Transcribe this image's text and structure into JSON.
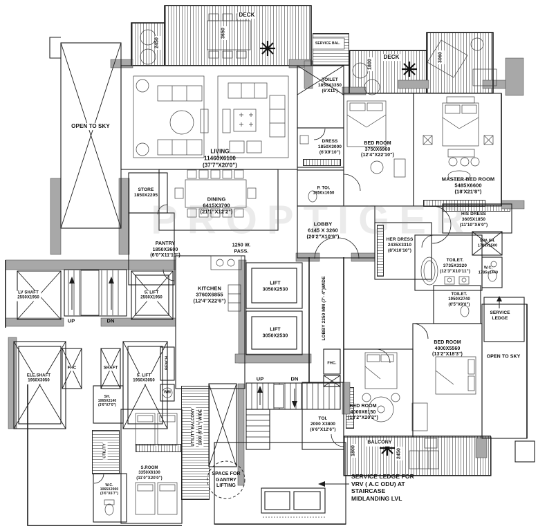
{
  "watermark": "PROPTIGER",
  "rooms": {
    "living": {
      "name": "LIVING",
      "mm": "11460X6100",
      "ft": "(37'7\"X20'0\")"
    },
    "dining": {
      "name": "DINING",
      "mm": "6415X3700",
      "ft": "(21'1\"X12'2\")"
    },
    "store": {
      "name": "STORE",
      "mm": "1850X2205"
    },
    "pantry": {
      "name": "PANTRY",
      "mm": "1850X3600",
      "ft": "(6'0\"X11'10\")"
    },
    "kitchen": {
      "name": "KITCHEN",
      "mm": "3760X6855",
      "ft": "(12'4\"X22'6\")"
    },
    "lift1": {
      "name": "LIFT",
      "mm": "3050X2530"
    },
    "lift2": {
      "name": "LIFT",
      "mm": "3050X2530"
    },
    "toilet_top": {
      "name": "TOILET",
      "mm": "1850X3350",
      "ft": "(6'X11')"
    },
    "dress": {
      "name": "DRESS",
      "mm": "1850X3000",
      "ft": "(6'X9'10\")"
    },
    "p_toi": {
      "name": "P. TOI.",
      "mm": "1850x1650"
    },
    "bedroom_top": {
      "name": "BED ROOM",
      "mm": "3750X6960",
      "ft": "(12'4\"X22'10\")"
    },
    "lobby": {
      "name": "LOBBY",
      "mm": "6145 X 3260",
      "ft": "(20'2\"X10'9\")"
    },
    "master": {
      "name": "MASTER BED ROOM",
      "mm": "5485X6600",
      "ft": "(18'X21'8\")"
    },
    "his_dress": {
      "name": "HIS DRESS",
      "mm": "3605X1850",
      "ft": "(11'10\"X6'0\")"
    },
    "her_dress": {
      "name": "HER DRESS",
      "mm": "2435X3310",
      "ft": "(8'X10'10\")"
    },
    "spa": {
      "name": "SPA SH.",
      "mm": "1785x1500"
    },
    "toilet_master": {
      "name": "TOILET.",
      "mm": "3735X3320",
      "ft": "(12'3\"X10'11\")"
    },
    "wc_master": {
      "name": "W.C.",
      "mm": "1785x1440"
    },
    "toilet2": {
      "name": "TOILET.",
      "mm": "1950X2740",
      "ft": "(6'5\"X9'0\")"
    },
    "bedroom_right": {
      "name": "BED ROOM",
      "mm": "4000X5560",
      "ft": "(13'2\"X18'3\")"
    },
    "bedroom_bottom": {
      "name": "BED ROOM",
      "mm": "4000X6150",
      "ft": "(13'2\"X20'2\")"
    },
    "toi_bottom": {
      "name": "TOI.",
      "mm": "2000 X3800",
      "ft": "(6'6\"X12'6\")"
    },
    "lv_shaft": {
      "name": "LV SHAFT",
      "mm": "2550X1950"
    },
    "s_lift_upper": {
      "name": "S. LIFT",
      "mm": "2550X1950"
    },
    "ele_shaft": {
      "name": "ELE.SHAFT",
      "mm": "1950X3050"
    },
    "s_lift_lower": {
      "name": "S. LIFT",
      "mm": "1950X3050"
    },
    "sh": {
      "name": "SH.",
      "mm": "1065X2140",
      "ft": "(3'6\"X7'0\")"
    },
    "s_room": {
      "name": "S.ROOM",
      "mm": "3350X6100",
      "ft": "(11'0\"X20'0\")"
    },
    "wc_bottom": {
      "name": "W.C.",
      "mm": "1065X2000",
      "ft": "(3'6\"X6'7\")"
    }
  },
  "labels": {
    "deck": "DECK",
    "service_bal": "SERVICE BAL.",
    "open_to_sky": "OPEN TO SKY",
    "balcony": "BALCONY",
    "up": "UP",
    "dn": "DN",
    "fhc": "FHC",
    "fhc_dot": "FHC.",
    "shaft": "SHAFT",
    "bench": "BENCH",
    "wm": "WM",
    "utility": "UTILITY",
    "service_ledge_line1": "SERVICE",
    "service_ledge_line2": "LEDGE"
  },
  "passage": {
    "line1": "1250 W.",
    "line2": "PASS."
  },
  "corridors": {
    "lift_lobby": "LOBBY 2250 MM (7'- 4\")WIDE",
    "utility_balcony_line1": "UTILITY BALCONY",
    "utility_balcony_line2": "1800 (5'11\") WIDE"
  },
  "dims": {
    "deck_left": "2450",
    "deck_mid": "3650",
    "deck_right_small": "1800",
    "deck_right_large": "3060",
    "balcony_left": "1800",
    "balcony_right": "2450"
  },
  "gantry": {
    "line1": "SPACE FOR",
    "line2": "GANTRY",
    "line3": "LIFTING"
  },
  "annotation": {
    "line1": "SERVICE LEDGE FOR",
    "line2": "VRV ( A.C ODU)  AT",
    "line3": "STAIRCASE",
    "line4": "MIDLANDING LVL"
  }
}
